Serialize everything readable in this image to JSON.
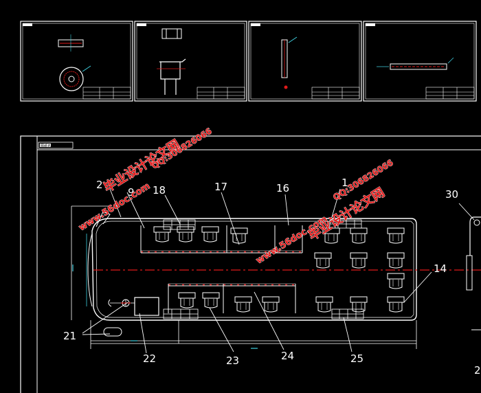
{
  "drawing": {
    "callouts": {
      "n1": "1",
      "n14": "14",
      "n16": "16",
      "n17": "17",
      "n18": "18",
      "n19": "9",
      "n20": "2",
      "n21": "21",
      "n22": "22",
      "n23": "23",
      "n24": "24",
      "n25": "25",
      "n30": "30",
      "n2": "2"
    },
    "sheet_labels": {
      "main_title_block": "图纸名称"
    }
  },
  "watermark": {
    "site_1": "www.56doc.com",
    "site_2": "www.56doc.com",
    "brand_1": "毕业设计论文网",
    "brand_2": "毕业设计论文网",
    "qq_1": "QQ:306826066",
    "qq_2": "QQ:306826066"
  },
  "colors": {
    "background": "#000000",
    "lines": "#ffffff",
    "centerline": "#e01a1a",
    "dimension": "#3fd0e0",
    "seat": "#ffffff",
    "rail_marks": "#e01a1a"
  }
}
